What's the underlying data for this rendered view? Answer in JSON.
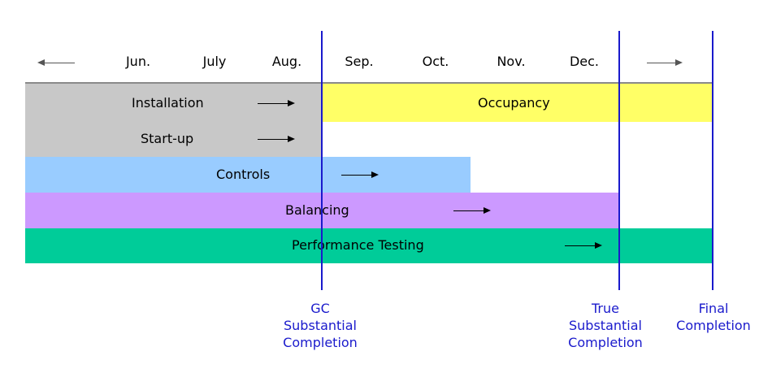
{
  "months": {
    "left_arrow": "arrow-left",
    "jun": "Jun.",
    "jul": "July",
    "aug": "Aug.",
    "sep": "Sep.",
    "oct": "Oct.",
    "nov": "Nov.",
    "dec": "Dec.",
    "right_arrow": "arrow-right"
  },
  "bars": {
    "installation": {
      "label": "Installation",
      "color": "#c8c8c8"
    },
    "occupancy": {
      "label": "Occupancy",
      "color": "#ffff66"
    },
    "startup": {
      "label": "Start-up",
      "color": "#c8c8c8"
    },
    "controls": {
      "label": "Controls",
      "color": "#99ccff"
    },
    "balancing": {
      "label": "Balancing",
      "color": "#cc99ff"
    },
    "testing": {
      "label": "Performance Testing",
      "color": "#00cc99"
    }
  },
  "milestones": {
    "gc": {
      "line1": "GC",
      "line2": "Substantial",
      "line3": "Completion"
    },
    "true": {
      "line1": "True",
      "line2": "Substantial",
      "line3": "Completion"
    },
    "final": {
      "line1": "Final",
      "line2": "Completion"
    },
    "line_color": "#1a1acc"
  }
}
